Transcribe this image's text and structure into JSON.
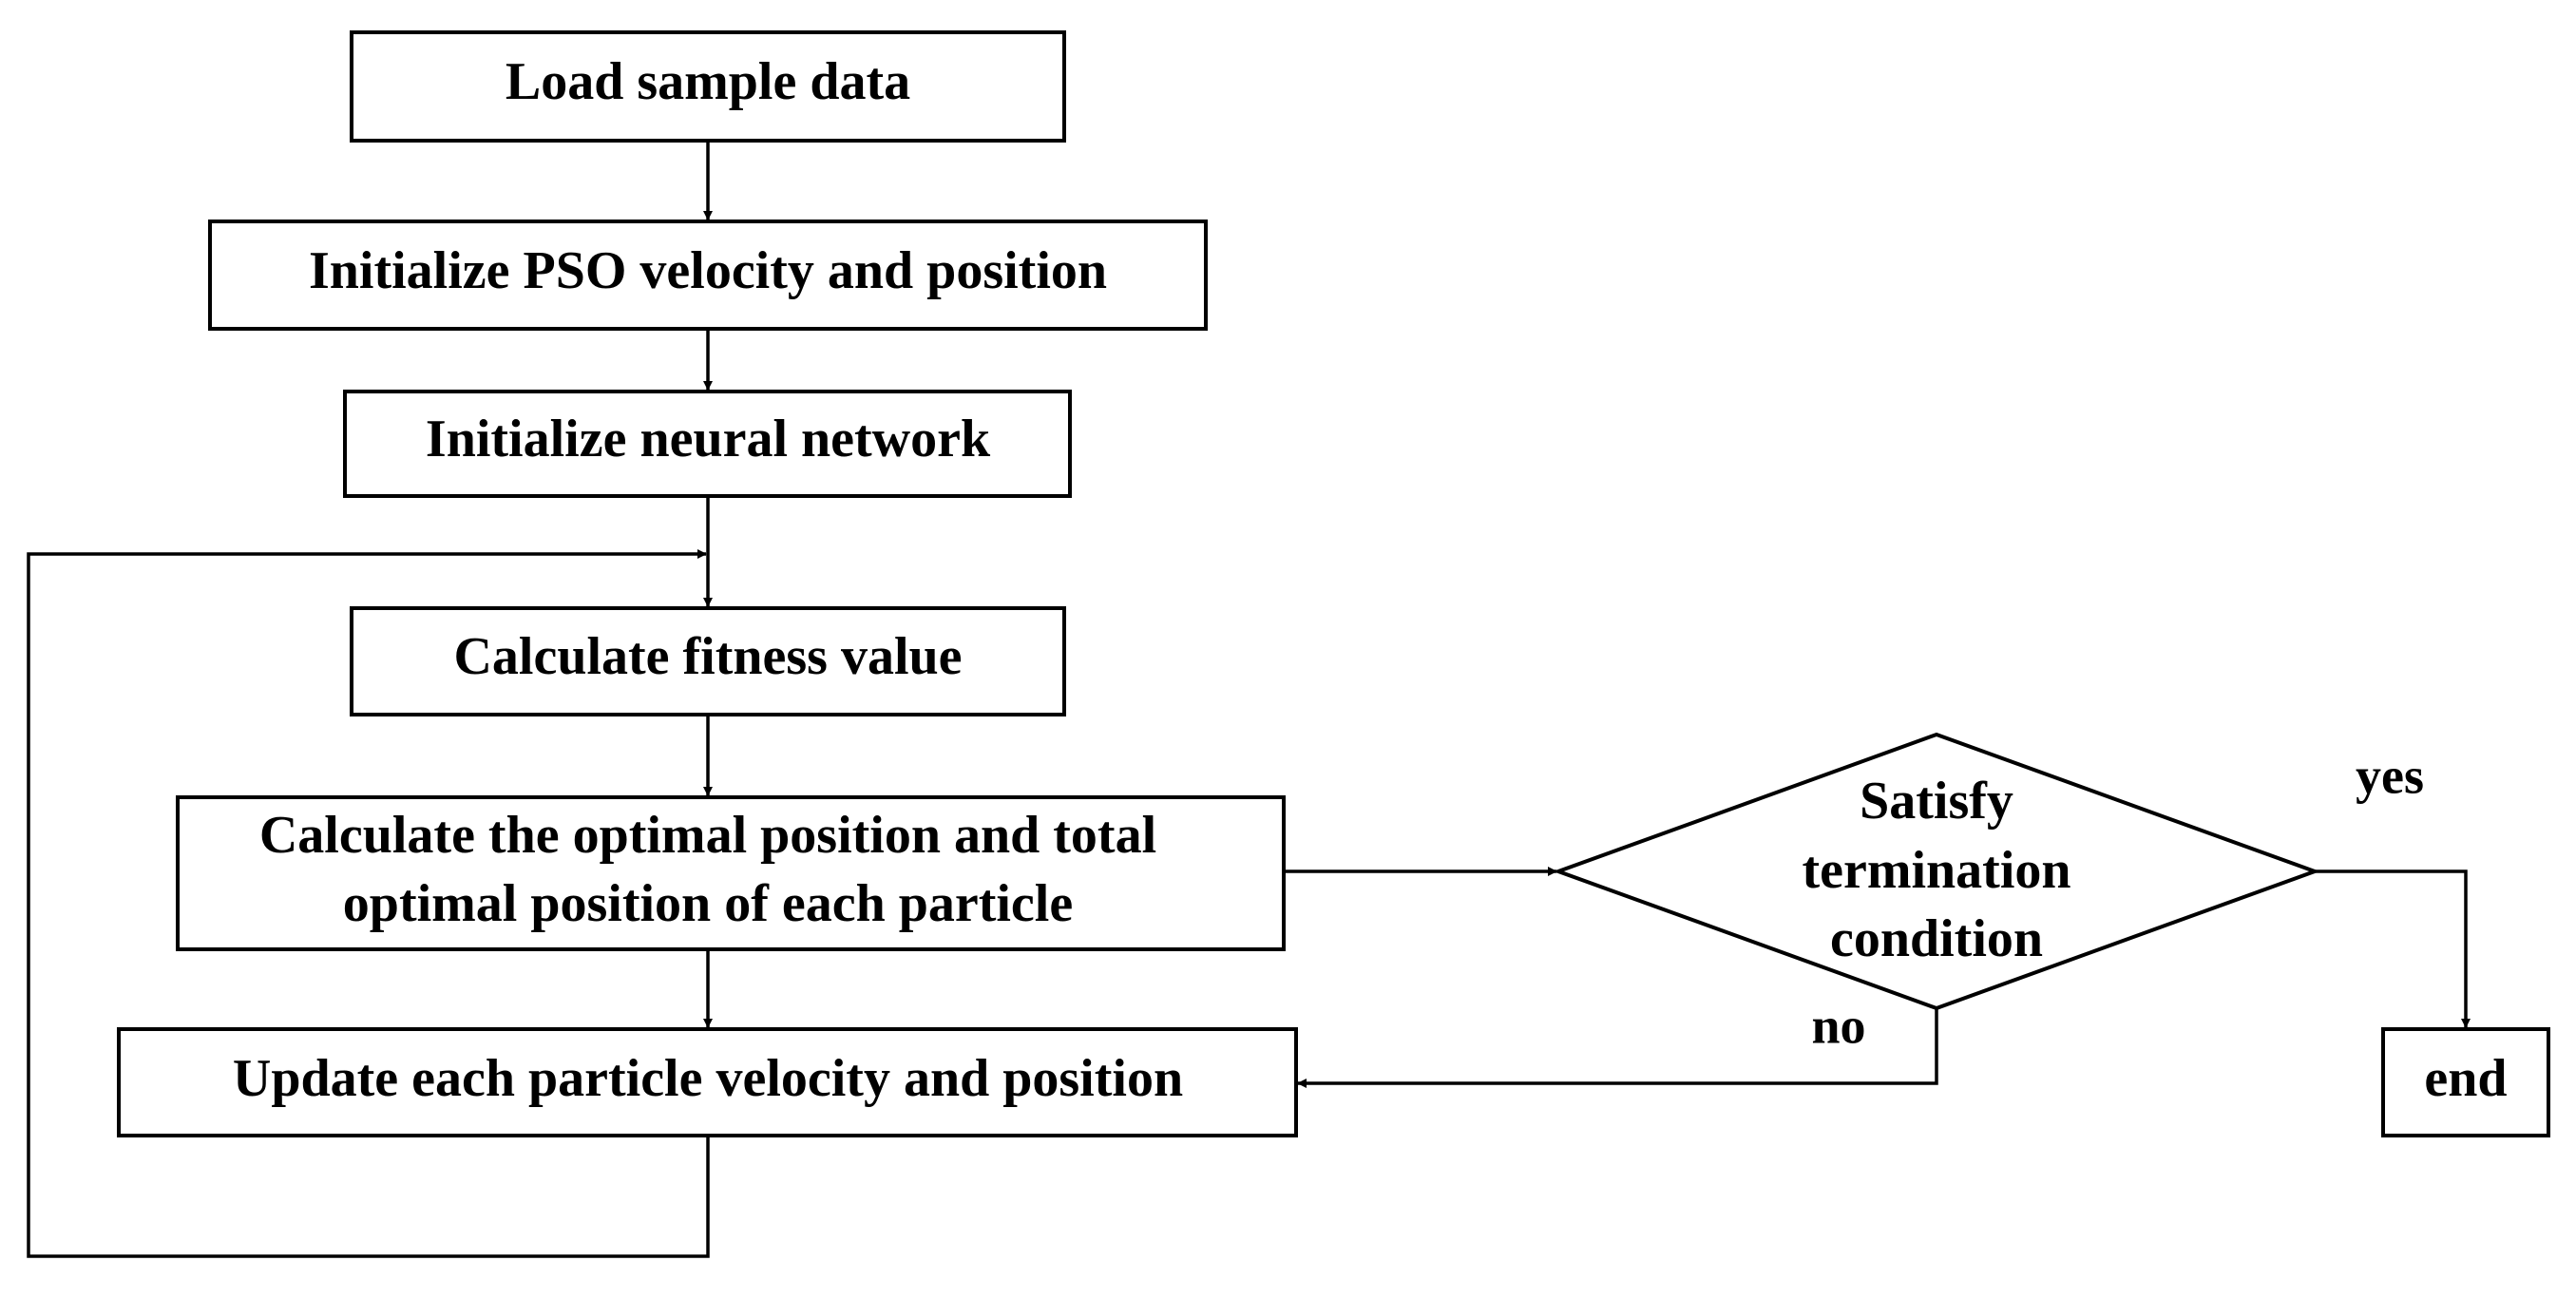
{
  "flowchart": {
    "steps": {
      "load": "Load sample data",
      "init_pso": "Initialize PSO velocity and position",
      "init_nn": "Initialize neural network",
      "fitness": "Calculate fitness value",
      "optimal_line1": "Calculate the optimal position and total",
      "optimal_line2": "optimal position of each particle",
      "update": "Update each particle velocity and position",
      "end": "end"
    },
    "decision": {
      "line1": "Satisfy",
      "line2": "termination",
      "line3": "condition"
    },
    "branches": {
      "yes": "yes",
      "no": "no"
    }
  },
  "colors": {
    "stroke": "#000000",
    "background": "#ffffff",
    "text": "#000000"
  }
}
